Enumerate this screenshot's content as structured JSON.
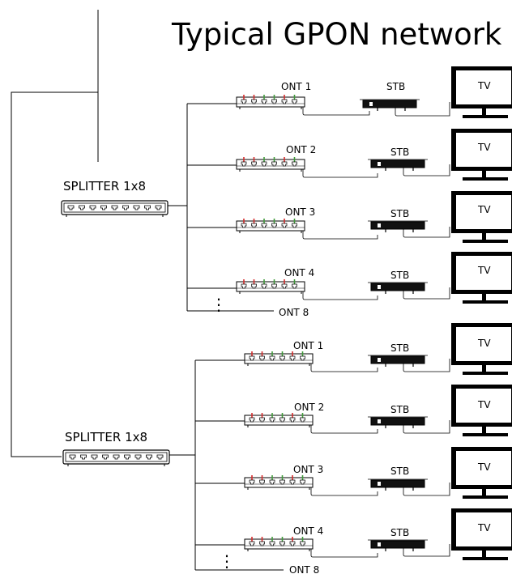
{
  "title": "Typical GPON network",
  "groups": [
    {
      "splitter_label": "SPLITTER 1x8",
      "rows": [
        {
          "ont": "ONT 1",
          "stb": "STB",
          "tv": "TV"
        },
        {
          "ont": "ONT 2",
          "stb": "STB",
          "tv": "TV"
        },
        {
          "ont": "ONT 3",
          "stb": "STB",
          "tv": "TV"
        },
        {
          "ont": "ONT 4",
          "stb": "STB",
          "tv": "TV"
        }
      ],
      "last_label": "ONT 8",
      "ellipsis": "⋮"
    },
    {
      "splitter_label": "SPLITTER 1x8",
      "rows": [
        {
          "ont": "ONT 1",
          "stb": "STB",
          "tv": "TV"
        },
        {
          "ont": "ONT 2",
          "stb": "STB",
          "tv": "TV"
        },
        {
          "ont": "ONT 3",
          "stb": "STB",
          "tv": "TV"
        },
        {
          "ont": "ONT 4",
          "stb": "STB",
          "tv": "TV"
        }
      ],
      "last_label": "ONT 8",
      "ellipsis": "⋮"
    }
  ],
  "port_colors": {
    "red": "#d42a2a",
    "green": "#3f9a3a",
    "line": "#000000"
  }
}
